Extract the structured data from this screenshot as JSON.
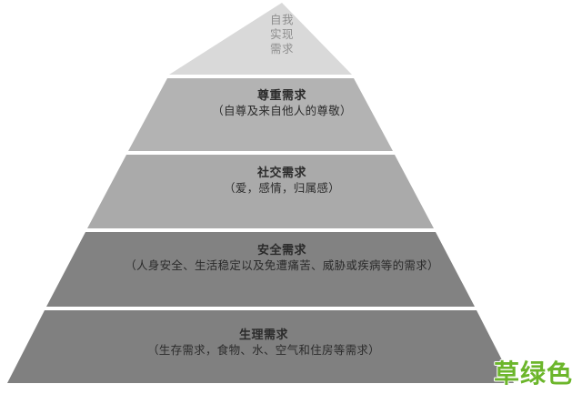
{
  "figure": {
    "shape": "pyramid",
    "tier_count": 5,
    "background_color": "#ffffff"
  },
  "tiers": [
    {
      "id": "self-actualization",
      "title_lines": [
        "自我",
        "实现",
        "需求"
      ],
      "title": "自我实现需求",
      "subtitle": "",
      "fill_color": "#d9d9d9",
      "text_color": "#8e8e8e",
      "level": 5
    },
    {
      "id": "esteem",
      "title": "尊重需求",
      "subtitle": "（自尊及来自他人的尊敬）",
      "fill_color": "#b3b3b3",
      "text_color": "#2b2b2b",
      "level": 4
    },
    {
      "id": "social",
      "title": "社交需求",
      "subtitle": "（爱，感情，归属感）",
      "fill_color": "#aaaaaa",
      "text_color": "#2b2b2b",
      "level": 3
    },
    {
      "id": "safety",
      "title": "安全需求",
      "subtitle": "（人身安全、生活稳定以及免遭痛苦、威胁或疾病等的需求）",
      "fill_color": "#828282",
      "text_color": "#1f1f1f",
      "level": 2
    },
    {
      "id": "physiological",
      "title": "生理需求",
      "subtitle": "（生存需求，食物、水、空气和住房等需求）",
      "fill_color": "#808080",
      "text_color": "#1f1f1f",
      "level": 1
    }
  ],
  "watermark": {
    "text": "草绿色",
    "color": "#6cb62b",
    "outline_color": "#ffffff"
  }
}
